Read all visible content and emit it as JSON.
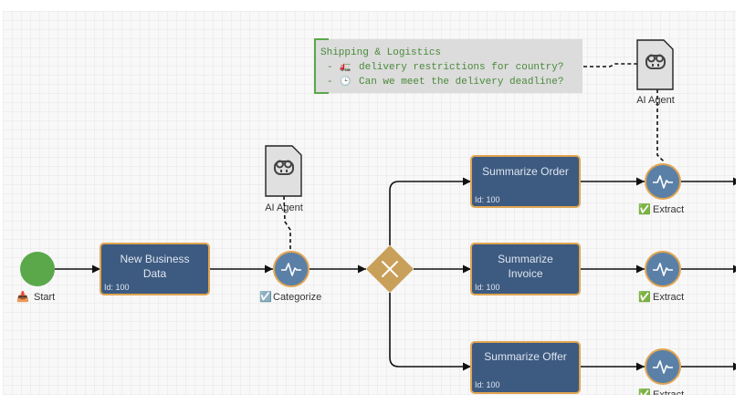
{
  "diagram": {
    "type": "bpmn-process",
    "colors": {
      "canvas_bg": "#f8f8f8",
      "task_fill": "#3d5a80",
      "task_stroke": "#e0a552",
      "service_fill": "#5b80a8",
      "gateway_fill": "#c9a05a",
      "start_fill": "#5aa84a",
      "annotation_bg": "#dcdcdc",
      "annotation_text": "#4a8a3a",
      "annotation_bracket": "#5aa84a",
      "data_object_fill": "#e0e0e0"
    },
    "start_event": {
      "icon": "inbox-tray-icon",
      "icon_glyph": "📥",
      "label": "Start"
    },
    "tasks": [
      {
        "key": "new-business-data",
        "lines": [
          "New Business",
          "Data"
        ],
        "id_label": "Id: 100"
      },
      {
        "key": "summarize-order",
        "lines": [
          "Summarize Order"
        ],
        "id_label": "Id: 100"
      },
      {
        "key": "summarize-invoice",
        "lines": [
          "Summarize",
          "Invoice"
        ],
        "id_label": "Id: 100"
      },
      {
        "key": "summarize-offer",
        "lines": [
          "Summarize Offer"
        ],
        "id_label": "Id: 100"
      }
    ],
    "service_tasks": [
      {
        "key": "categorize",
        "status_icon": "checkbox-icon",
        "status_glyph": "☑️",
        "label": "Categorize"
      },
      {
        "key": "extract-order",
        "status_icon": "check-mark-icon",
        "status_glyph": "✅",
        "label": "Extract"
      },
      {
        "key": "extract-invoice",
        "status_icon": "check-mark-icon",
        "status_glyph": "✅",
        "label": "Extract"
      },
      {
        "key": "extract-offer",
        "status_icon": "check-mark-icon",
        "status_glyph": "✅",
        "label": "Extract"
      }
    ],
    "gateway": {
      "type": "exclusive",
      "icon": "x-icon"
    },
    "data_objects": [
      {
        "key": "ai-agent-categorize",
        "icon": "copilot-agent-icon",
        "label": "AI Agent"
      },
      {
        "key": "ai-agent-extract",
        "icon": "copilot-agent-icon",
        "label": "AI Agent"
      }
    ],
    "annotation": {
      "title": "Shipping & Logistics",
      "items": [
        {
          "prefix": "-",
          "icon": "truck-icon",
          "glyph": "🚛",
          "text": "delivery restrictions for country?"
        },
        {
          "prefix": "-",
          "icon": "clock-icon",
          "glyph": "🕒",
          "text": "Can we meet the delivery deadline?"
        }
      ]
    }
  }
}
